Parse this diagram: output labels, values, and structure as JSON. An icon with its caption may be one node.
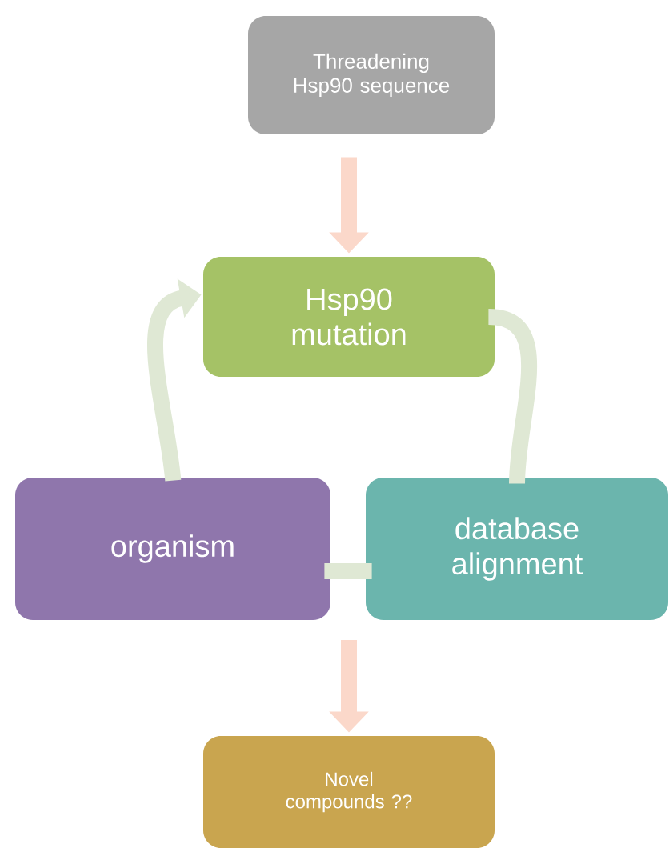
{
  "diagram": {
    "nodes": [
      {
        "text": [
          "Threadening Hsp90 sequence"
        ]
      },
      {
        "text": [
          "Hsp90 mutation"
        ]
      },
      {
        "text": [
          "database alignment"
        ]
      },
      {
        "text": [
          "organism"
        ]
      },
      {
        "text": [
          "Novel compounds ??"
        ]
      }
    ],
    "edges": [
      {
        "from": 0,
        "to": 1,
        "arrow": "to",
        "color": "#fbd8ca"
      },
      {
        "from": 1,
        "to": 2,
        "arrow": "none"
      },
      {
        "from": 2,
        "to": 3,
        "arrow": "none"
      },
      {
        "from": 3,
        "to": 1,
        "arrow": "to"
      },
      {
        "from": null,
        "to": 4,
        "arrow": "to",
        "color": "#fbd8ca"
      }
    ]
  }
}
